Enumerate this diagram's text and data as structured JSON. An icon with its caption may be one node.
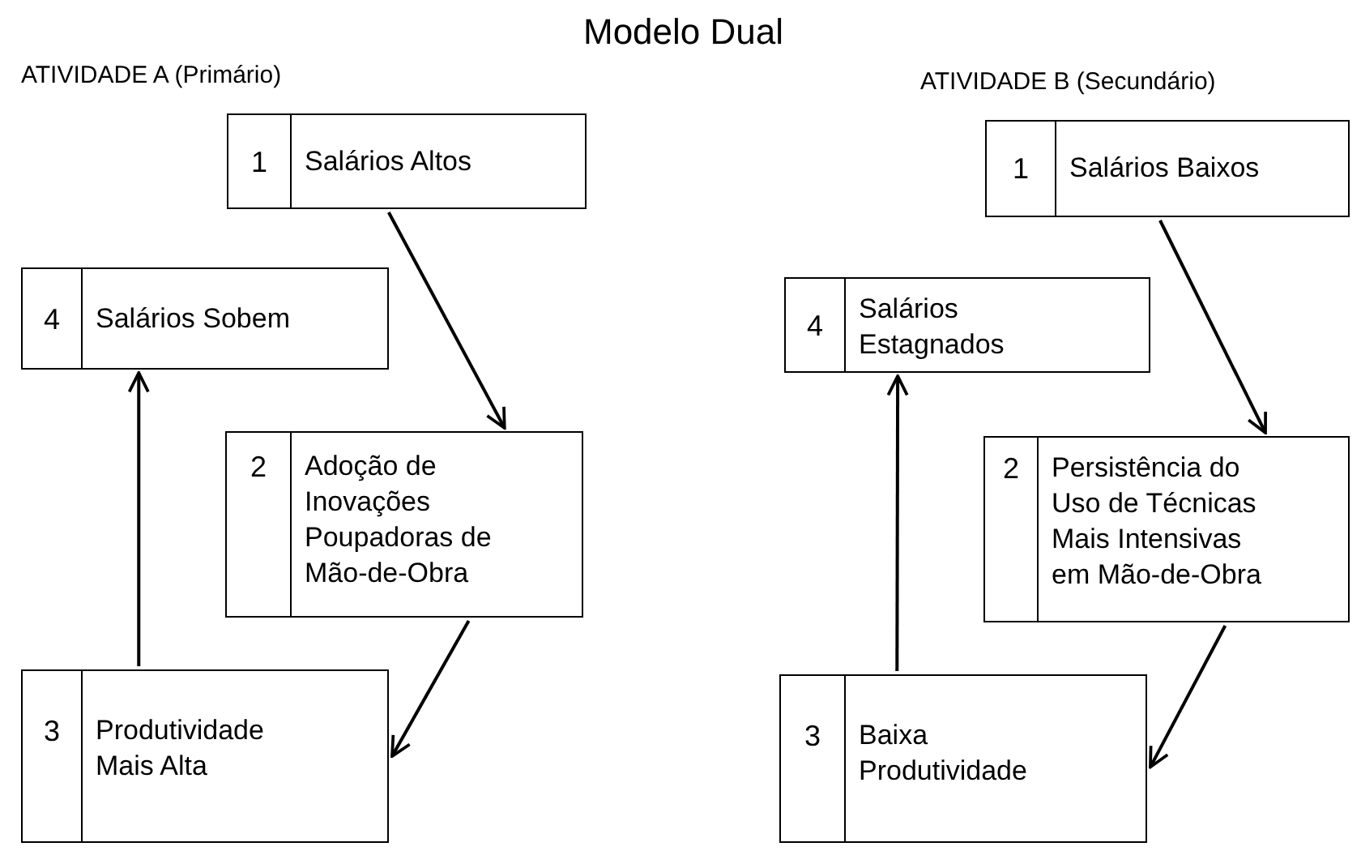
{
  "diagram": {
    "title": "Modelo Dual",
    "nodes": [
      {
        "text": [
          "1",
          "Salários Altos"
        ]
      },
      {
        "text": [
          "4",
          "Salários Sobem"
        ]
      },
      {
        "text": [
          "2",
          "Adoção de Inovações Poupadoras de Mão-de-Obra"
        ]
      },
      {
        "text": [
          "3",
          "Produtividade Mais Alta"
        ]
      },
      {
        "text": [
          "1",
          "Salários Baixos"
        ]
      },
      {
        "text": [
          "4",
          "Salários Estagnados"
        ]
      },
      {
        "text": [
          "2",
          "Persistência do Uso de Técnicas Mais Intensivas em Mão-de-Obra"
        ]
      },
      {
        "text": [
          "3",
          "Baixa Produtividade"
        ]
      }
    ],
    "edges": [
      {
        "from": 0,
        "to": 2,
        "arrow": "to"
      },
      {
        "from": 2,
        "to": 3,
        "arrow": "to"
      },
      {
        "from": 3,
        "to": 1,
        "arrow": "to"
      },
      {
        "from": 4,
        "to": 6,
        "arrow": "to"
      },
      {
        "from": 6,
        "to": 7,
        "arrow": "to"
      },
      {
        "from": 7,
        "to": 5,
        "arrow": "to"
      }
    ],
    "labels": [
      "ATIVIDADE A (Primário)",
      "ATIVIDADE B (Secundário)"
    ]
  }
}
